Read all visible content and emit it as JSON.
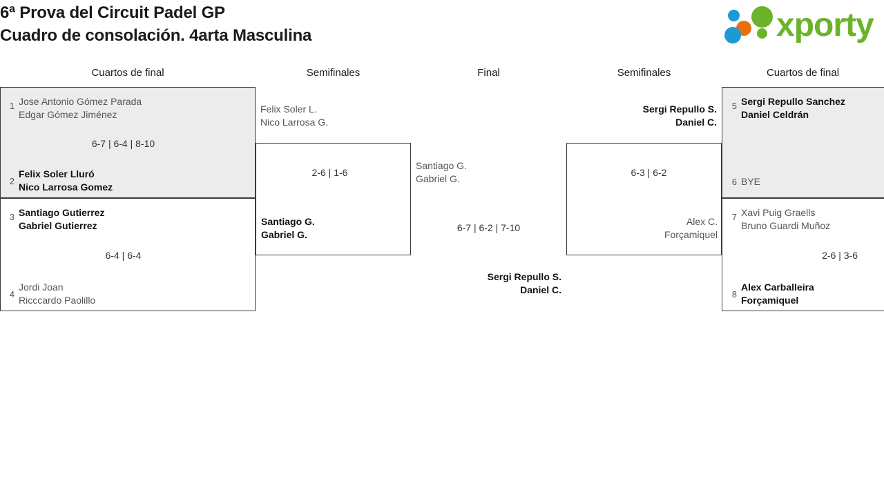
{
  "header": {
    "title_line1": "6ª Prova del Circuit Padel GP",
    "title_line2": "Cuadro de consolación. 4arta Masculina",
    "logo_text": "xporty",
    "logo_colors": {
      "green": "#6cb32b",
      "blue": "#1b9ad6",
      "orange": "#e8700f"
    }
  },
  "columns": [
    {
      "label": "Cuartos de final"
    },
    {
      "label": "Semifinales"
    },
    {
      "label": "Final"
    },
    {
      "label": "Semifinales"
    },
    {
      "label": "Cuartos de final"
    }
  ],
  "bracket": {
    "left_quarterfinals": [
      {
        "score": "6-7 | 6-4 | 8-10",
        "top": {
          "seed": "1",
          "line1": "Jose Antonio Gómez Parada",
          "line2": "Edgar Gómez Jiménez",
          "result": "lose"
        },
        "bottom": {
          "seed": "2",
          "line1": "Felix Soler Lluró",
          "line2": "Nico Larrosa Gomez",
          "result": "win"
        }
      },
      {
        "score": "6-4 | 6-4",
        "top": {
          "seed": "3",
          "line1": "Santiago Gutierrez",
          "line2": "Gabriel Gutierrez",
          "result": "win"
        },
        "bottom": {
          "seed": "4",
          "line1": "Jordi Joan",
          "line2": "Ricccardo Paolillo",
          "result": "lose"
        }
      }
    ],
    "left_semifinal": {
      "score": "2-6 | 1-6",
      "top": {
        "line1": "Felix Soler L.",
        "line2": "Nico Larrosa G.",
        "result": "lose"
      },
      "bottom": {
        "line1": "Santiago G.",
        "line2": "Gabriel G.",
        "result": "win"
      }
    },
    "final": {
      "score": "6-7 | 6-2 | 7-10",
      "top": {
        "line1": "Santiago G.",
        "line2": "Gabriel G.",
        "result": "lose"
      },
      "bottom": {
        "line1": "Sergi Repullo S.",
        "line2": "Daniel C.",
        "result": "win"
      }
    },
    "right_semifinal": {
      "score": "6-3 | 6-2",
      "top": {
        "line1": "Sergi Repullo S.",
        "line2": "Daniel C.",
        "result": "win"
      },
      "bottom": {
        "line1": "Alex C.",
        "line2": "Forçamiquel",
        "result": "lose"
      }
    },
    "right_quarterfinals": [
      {
        "score": "",
        "top": {
          "seed": "5",
          "line1": "Sergi Repullo Sanchez",
          "line2": "Daniel Celdrán",
          "result": "win"
        },
        "bottom": {
          "seed": "6",
          "line1": "BYE",
          "line2": "",
          "result": "lose"
        }
      },
      {
        "score": "2-6 | 3-6",
        "top": {
          "seed": "7",
          "line1": "Xavi Puig Graells",
          "line2": "Bruno Guardi Muñoz",
          "result": "lose"
        },
        "bottom": {
          "seed": "8",
          "line1": "Alex Carballeira",
          "line2": "Forçamiquel",
          "result": "win"
        }
      }
    ]
  }
}
